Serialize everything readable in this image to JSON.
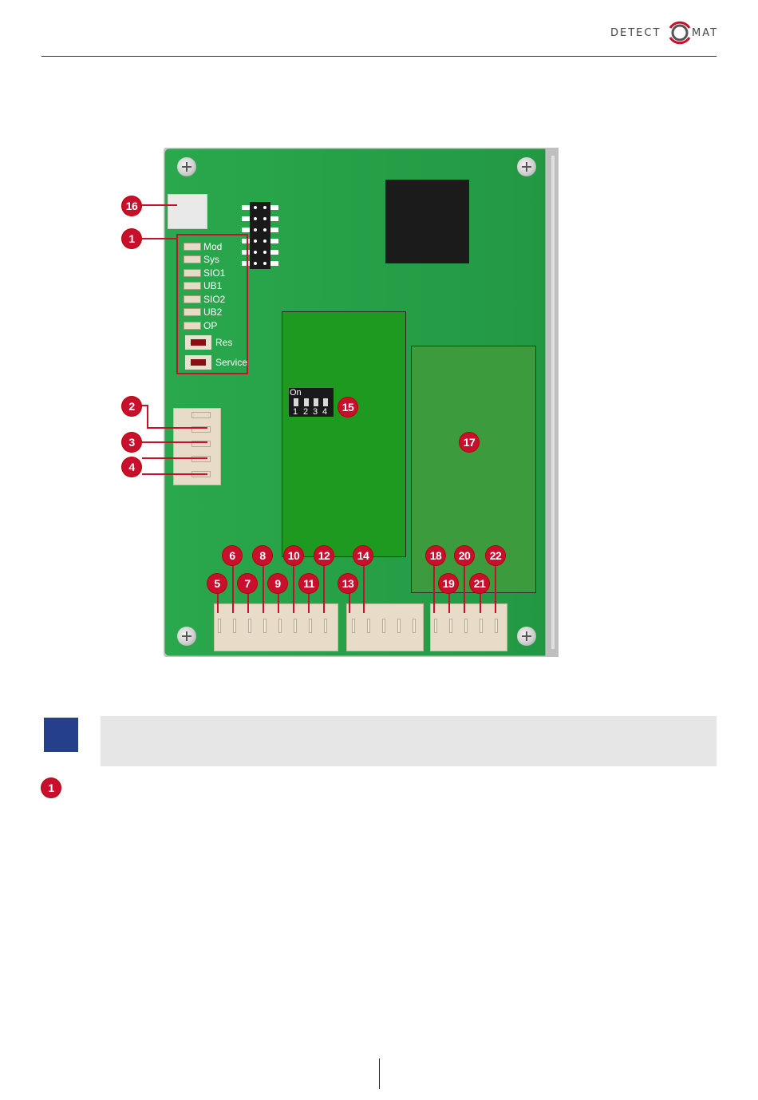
{
  "header": {
    "logo_text_left": "DETECT",
    "logo_text_right": "MAT",
    "logo_icon": "detectomat-logo-icon"
  },
  "board": {
    "leds": [
      {
        "label": "Mod"
      },
      {
        "label": "Sys"
      },
      {
        "label": "SIO1"
      },
      {
        "label": "UB1"
      },
      {
        "label": "SIO2"
      },
      {
        "label": "UB2"
      },
      {
        "label": "OP"
      }
    ],
    "buttons": [
      {
        "label": "Res"
      },
      {
        "label": "Service"
      }
    ],
    "dip_switch": {
      "on_label": "On",
      "numbers": [
        "1",
        "2",
        "3",
        "4"
      ]
    },
    "callouts": [
      "1",
      "2",
      "3",
      "4",
      "5",
      "6",
      "7",
      "8",
      "9",
      "10",
      "11",
      "12",
      "13",
      "14",
      "15",
      "16",
      "17",
      "18",
      "19",
      "20",
      "21",
      "22"
    ]
  },
  "note": {
    "marker": "1"
  },
  "colors": {
    "callout": "#c8102e",
    "pcb": "#27a34a",
    "module_dark": "#1f9a21",
    "module_light": "#3c9b3c",
    "note_accent": "#263f8c",
    "note_bg": "#e6e6e6"
  }
}
